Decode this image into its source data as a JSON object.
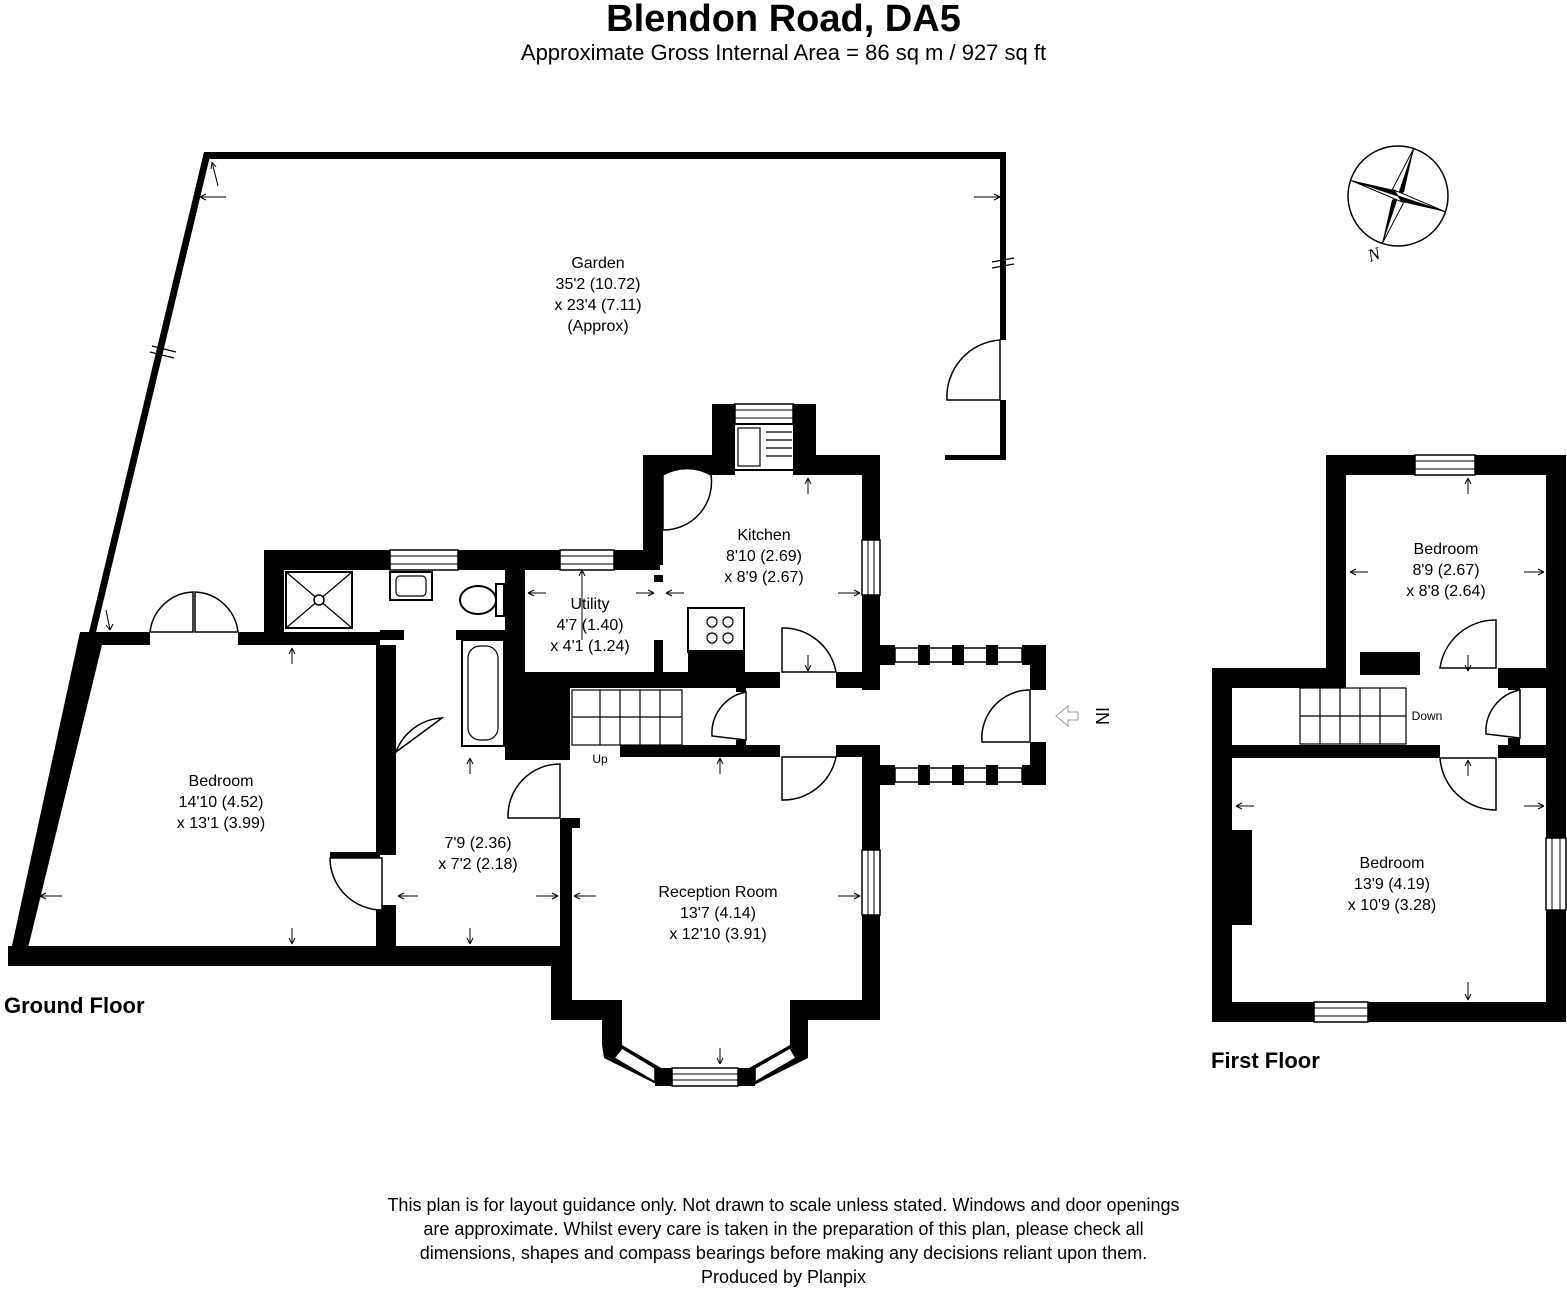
{
  "header": {
    "title": "Blendon Road, DA5",
    "subtitle": "Approximate Gross Internal Area = 86 sq m / 927 sq ft"
  },
  "floors": {
    "ground": "Ground Floor",
    "first": "First Floor"
  },
  "rooms": {
    "garden": {
      "name": "Garden",
      "dim1": "35'2 (10.72)",
      "dim2": "x 23'4 (7.11)",
      "note": "(Approx)"
    },
    "kitchen": {
      "name": "Kitchen",
      "dim1": "8'10 (2.69)",
      "dim2": "x 8'9 (2.67)"
    },
    "utility": {
      "name": "Utility",
      "dim1": "4'7 (1.40)",
      "dim2": "x 4'1 (1.24)"
    },
    "bedroom_ground": {
      "name": "Bedroom",
      "dim1": "14'10 (4.52)",
      "dim2": "x 13'1 (3.99)"
    },
    "hall_ground": {
      "dim1": "7'9 (2.36)",
      "dim2": "x 7'2 (2.18)"
    },
    "reception": {
      "name": "Reception Room",
      "dim1": "13'7 (4.14)",
      "dim2": "x 12'10 (3.91)"
    },
    "bedroom_first_small": {
      "name": "Bedroom",
      "dim1": "8'9 (2.67)",
      "dim2": "x 8'8 (2.64)"
    },
    "bedroom_first_large": {
      "name": "Bedroom",
      "dim1": "13'9 (4.19)",
      "dim2": "x 10'9 (3.28)"
    }
  },
  "labels": {
    "up": "Up",
    "down": "Down",
    "entrance": "IN",
    "north": "N"
  },
  "icons": [
    "compass-icon",
    "entrance-arrow-icon"
  ],
  "footer": {
    "lines": [
      "This plan is for layout guidance only. Not drawn to scale unless stated. Windows and door openings",
      "are approximate. Whilst every care is taken in the preparation of this plan, please check all",
      "dimensions, shapes and compass bearings before making any decisions reliant upon them.",
      "Produced by Planpix"
    ]
  }
}
